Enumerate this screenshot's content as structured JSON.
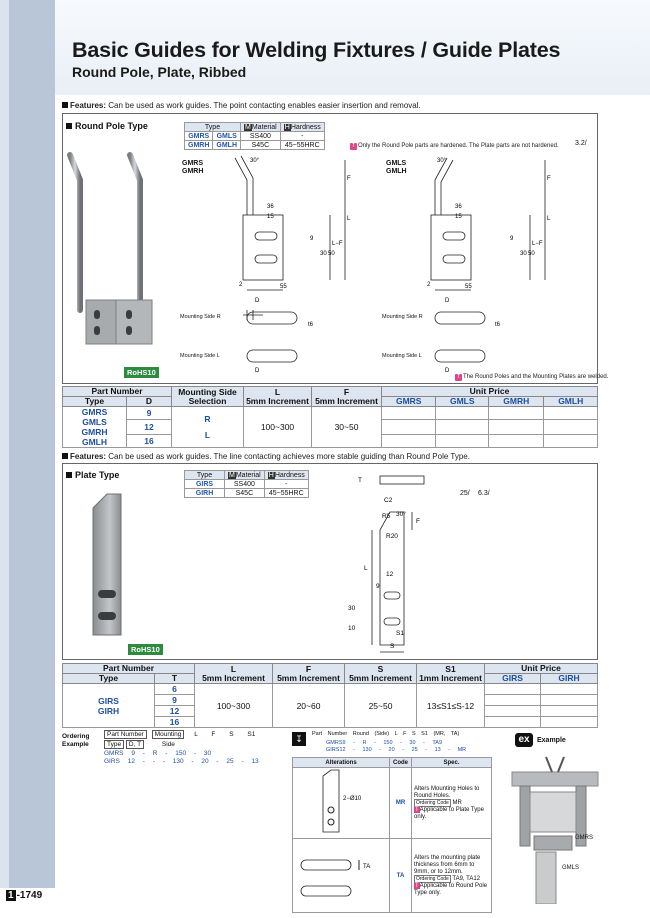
{
  "header": {
    "title": "Basic Guides for Welding Fixtures / Guide Plates",
    "subtitle": "Round Pole, Plate, Ribbed"
  },
  "section1": {
    "features_label": "Features:",
    "features_text": "Can be used as work guides. The point contacting enables easier insertion and removal.",
    "panel_title": "Round Pole Type",
    "mat_table": {
      "type_header": "Type",
      "m_icon": "M",
      "material_header": "Material",
      "h_icon": "H",
      "hardness_header": "Hardness",
      "rows": [
        {
          "t1": "GMRS",
          "t2": "GMLS",
          "material": "SS400",
          "hardness": "-"
        },
        {
          "t1": "GMRH",
          "t2": "GMLH",
          "material": "S45C",
          "hardness": "45~55HRC"
        }
      ]
    },
    "note_top_icon": "T",
    "note_top": "Only the Round Pole parts are hardened.  The Plate parts are not hardened.",
    "note_bottom_icon": "T",
    "note_bottom": "The Round Poles and the Mounting Plates are welded.",
    "rohs": "RoHS10",
    "left_drawing": {
      "label1": "GMRS",
      "label2": "GMRH",
      "angle": "30°",
      "d36": "36",
      "d15": "15",
      "d9": "9",
      "d30": "30",
      "d50": "50",
      "d2": "2",
      "d55": "55",
      "F": "F",
      "L": "L",
      "LF": "L−F",
      "D": "D",
      "t": "t6",
      "side_r": "Mounting Side R",
      "side_l": "Mounting Side L",
      "R": "R",
      "Lsym": "L"
    },
    "right_drawing": {
      "label1": "GMLS",
      "label2": "GMLH",
      "angle": "30°",
      "d36": "36",
      "d15": "15",
      "d9": "9",
      "d30": "30",
      "d50": "50",
      "d2": "2",
      "d55": "55",
      "F": "F",
      "L": "L",
      "LF": "L−F",
      "D": "D",
      "t": "t6",
      "side_r": "Mounting Side R",
      "side_l": "Mounting Side L",
      "R": "R",
      "Lsym": "L"
    },
    "surface_mark": "3.2/"
  },
  "table1": {
    "h_part_number": "Part Number",
    "h_type": "Type",
    "h_d": "D",
    "h_mounting": "Mounting Side",
    "h_selection": "Selection",
    "h_l": "L",
    "h_l_inc": "5mm Increment",
    "h_f": "F",
    "h_f_inc": "5mm Increment",
    "h_unit_price": "Unit Price",
    "price_cols": [
      "GMRS",
      "GMLS",
      "GMRH",
      "GMLH"
    ],
    "types": [
      "GMRS",
      "GMLS",
      "GMRH",
      "GMLH"
    ],
    "d_values": [
      "9",
      "12",
      "16"
    ],
    "sides": [
      "R",
      "L"
    ],
    "l_range": "100~300",
    "f_range": "30~50"
  },
  "section2": {
    "features_label": "Features:",
    "features_text": "Can be used as work guides. The line contacting achieves more stable guiding than Round Pole Type.",
    "panel_title": "Plate Type",
    "mat_table": {
      "type_header": "Type",
      "m_icon": "M",
      "material_header": "Material",
      "h_icon": "H",
      "hardness_header": "Hardness",
      "rows": [
        {
          "t1": "GIRS",
          "material": "SS400",
          "hardness": "-"
        },
        {
          "t1": "GIRH",
          "material": "S45C",
          "hardness": "45~55HRC"
        }
      ]
    },
    "rohs": "RoHS10",
    "drawing": {
      "T": "T",
      "C": "C2",
      "R5": "R5",
      "angle": "30°",
      "F": "F",
      "R20": "R20",
      "L": "L",
      "d12": "12",
      "d9": "9",
      "d30": "30",
      "d10": "10",
      "S1": "S1",
      "S": "S"
    },
    "surface_marks": [
      "25/",
      "6.3/"
    ]
  },
  "table2": {
    "h_part_number": "Part Number",
    "h_type": "Type",
    "h_t": "T",
    "h_l": "L",
    "h_l_inc": "5mm Increment",
    "h_f": "F",
    "h_f_inc": "5mm Increment",
    "h_s": "S",
    "h_s_inc": "5mm Increment",
    "h_s1": "S1",
    "h_s1_inc": "1mm Increment",
    "h_unit_price": "Unit Price",
    "price_cols": [
      "GIRS",
      "GIRH"
    ],
    "types": [
      "GIRS",
      "GIRH"
    ],
    "t_values": [
      "6",
      "9",
      "12",
      "16"
    ],
    "l_range": "100~300",
    "f_range": "20~60",
    "s_range": "25~50",
    "s1_range": "13≤S1≤S-12"
  },
  "ordering": {
    "label1": "Ordering",
    "label2": "Example",
    "head": [
      "Part Number",
      "Mounting",
      "L",
      "F",
      "S",
      "S1"
    ],
    "sub": [
      "Type",
      "D, T",
      "Side"
    ],
    "row1": [
      "GMRS",
      "9",
      "-",
      "R",
      "-",
      "150",
      "-",
      "30"
    ],
    "row2": [
      "GIRS",
      "12",
      "-",
      "-",
      "-",
      "130",
      "-",
      "20",
      "-",
      "25",
      "-",
      "13"
    ]
  },
  "alt_order": {
    "head": [
      "Part Number",
      "Round (Side)",
      "L",
      "F",
      "S",
      "S1",
      "(MR, TA)"
    ],
    "row1": [
      "GMRS9",
      "R",
      "150",
      "30",
      "TA9"
    ],
    "row2": [
      "GIRS12",
      "130",
      "20",
      "25",
      "13",
      "MR"
    ]
  },
  "alterations": {
    "h_alt": "Alterations",
    "h_code": "Code",
    "h_spec": "Spec.",
    "rows": [
      {
        "code": "MR",
        "drawing_label": "2−Ø10",
        "spec1": "Alters Mounting Holes to Round Holes.",
        "oc_label": "Ordering Code",
        "oc": "MR",
        "note_icon": "T",
        "note": "Applicable to Plate Type only."
      },
      {
        "code": "TA",
        "drawing_label": "TA",
        "spec1": "Alters the mounting plate thickness from 6mm to 9mm, or to 12mm.",
        "oc_label": "Ordering Code",
        "oc": "TA9, TA12",
        "note_icon": "T",
        "note": "Applicable to Round Pole Type only."
      }
    ]
  },
  "example": {
    "badge": "ex",
    "label": "Example",
    "tag1": "GMRS",
    "tag2": "GMLS"
  },
  "page_number": {
    "prefix": "1",
    "number": "-1749"
  }
}
